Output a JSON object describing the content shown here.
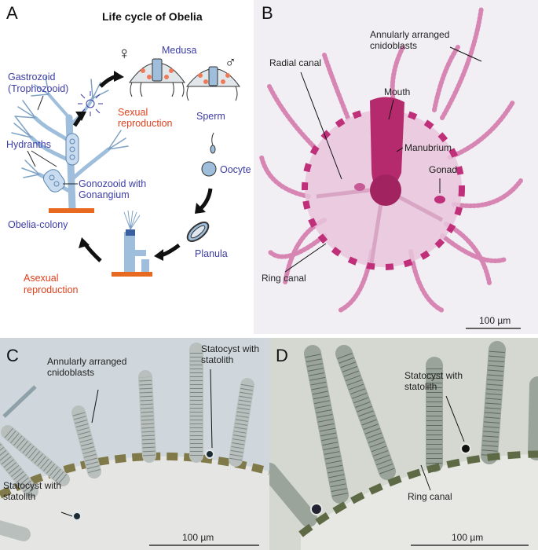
{
  "panel_a": {
    "letter": "A",
    "title": "Life cycle of Obelia",
    "labels": {
      "medusa": "Medusa",
      "gastrozoid": "Gastrozoid",
      "trophozooid": "(Trophozooid)",
      "hydranths": "Hydranths",
      "gonozooid_1": "Gonozooid with",
      "gonozooid_2": "Gonangium",
      "colony": "Obelia-colony",
      "sexual_1": "Sexual",
      "sexual_2": "reproduction",
      "sperm": "Sperm",
      "oocyte": "Oocyte",
      "planula": "Planula",
      "asexual_1": "Asexual",
      "asexual_2": "reproduction",
      "female": "♀",
      "male": "♂"
    }
  },
  "panel_b": {
    "letter": "B",
    "labels": {
      "cnido_1": "Annularly arranged",
      "cnido_2": "cnidoblasts",
      "radial_canal": "Radial canal",
      "mouth": "Mouth",
      "manubrium": "Manubrium",
      "gonad": "Gonad",
      "ring_canal": "Ring canal"
    },
    "scale_bar": "100 µm"
  },
  "panel_c": {
    "letter": "C",
    "labels": {
      "cnido_1": "Annularly arranged",
      "cnido_2": "cnidoblasts",
      "statocyst_top_1": "Statocyst with",
      "statocyst_top_2": "statolith",
      "statocyst_left_1": "Statocyst with",
      "statocyst_left_2": "statolith"
    },
    "scale_bar": "100 µm"
  },
  "panel_d": {
    "letter": "D",
    "labels": {
      "statocyst_1": "Statocyst with",
      "statocyst_2": "statolith",
      "ring_canal": "Ring canal"
    },
    "scale_bar": "100 µm"
  },
  "colors": {
    "blue_text": "#3c3ca8",
    "red_text": "#e0401c",
    "stain": "#c0307a",
    "colony": "#9fbedb",
    "base": "#e86a20"
  }
}
